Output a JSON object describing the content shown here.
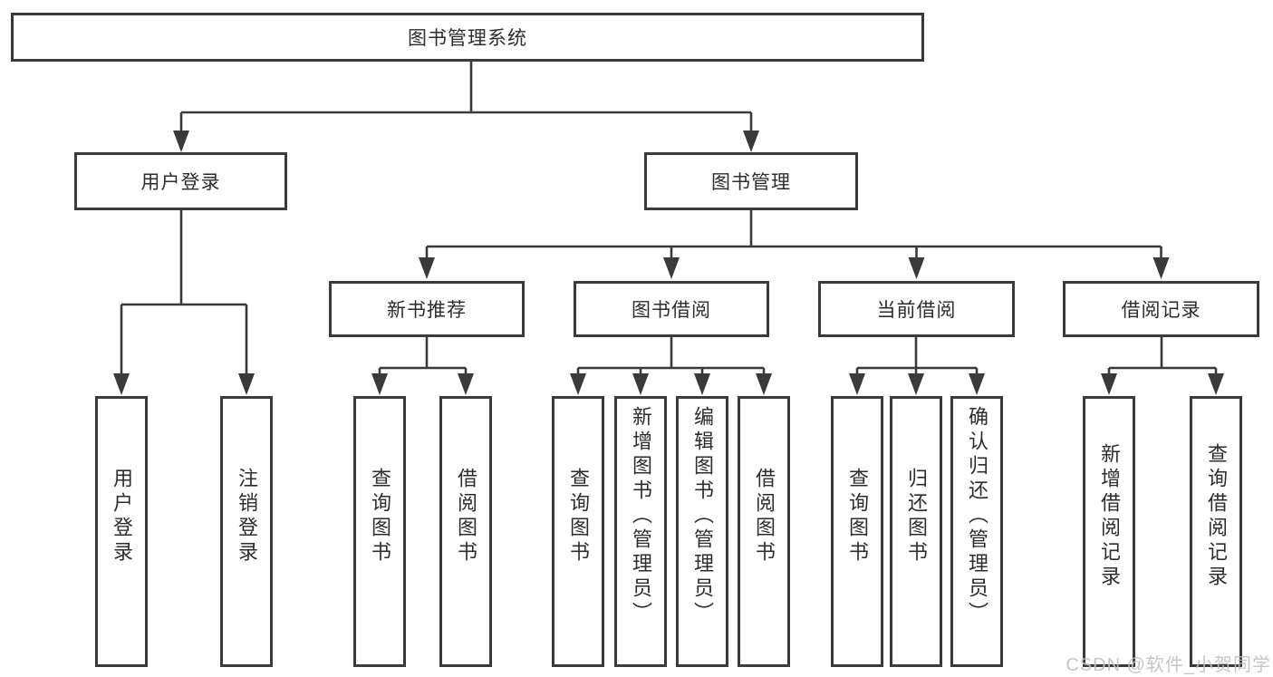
{
  "diagram": {
    "root": {
      "label": "图书管理系统"
    },
    "branches": [
      {
        "label": "用户登录",
        "children": [
          {
            "label": "用户登录"
          },
          {
            "label": "注销登录"
          }
        ]
      },
      {
        "label": "图书管理",
        "children": [
          {
            "label": "新书推荐",
            "children": [
              {
                "label": "查询图书"
              },
              {
                "label": "借阅图书"
              }
            ]
          },
          {
            "label": "图书借阅",
            "children": [
              {
                "label": "查询图书"
              },
              {
                "label": "新增图书（管理员）"
              },
              {
                "label": "编辑图书（管理员）"
              },
              {
                "label": "借阅图书"
              }
            ]
          },
          {
            "label": "当前借阅",
            "children": [
              {
                "label": "查询图书"
              },
              {
                "label": "归还图书"
              },
              {
                "label": "确认归还（管理员）"
              }
            ]
          },
          {
            "label": "借阅记录",
            "children": [
              {
                "label": "新增借阅记录"
              },
              {
                "label": "查询借阅记录"
              }
            ]
          }
        ]
      }
    ],
    "watermark": "CSDN @软件_小贺同学",
    "colors": {
      "line": "#3a3a3a",
      "border": "#3b3b3b",
      "text": "#2d2d2d",
      "watermark": "#c2c2c2",
      "background": "#ffffff"
    }
  }
}
